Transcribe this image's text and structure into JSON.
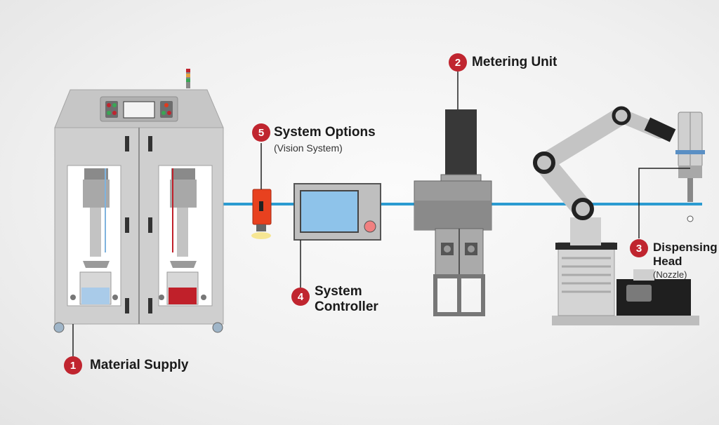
{
  "callouts": [
    {
      "number": "1",
      "label": "Material Supply",
      "sub": ""
    },
    {
      "number": "2",
      "label": "Metering Unit",
      "sub": ""
    },
    {
      "number": "3",
      "label_line1": "Dispensing",
      "label_line2": "Head",
      "sub": "(Nozzle)"
    },
    {
      "number": "4",
      "label_line1": "System",
      "label_line2": "Controller",
      "sub": ""
    },
    {
      "number": "5",
      "label": "System Options",
      "sub": "(Vision System)"
    }
  ],
  "colors": {
    "badge": "#c0252f",
    "connection_line": "#2b9bd1",
    "cabinet": "#c9c9c9",
    "screen": "#8ec3ea",
    "material_a": "#a9cbe9",
    "material_b": "#c0202a"
  },
  "icons": [
    "machine-cabinet",
    "vision-camera",
    "controller-screen",
    "metering-pump",
    "robot-arm",
    "dispensing-nozzle"
  ]
}
